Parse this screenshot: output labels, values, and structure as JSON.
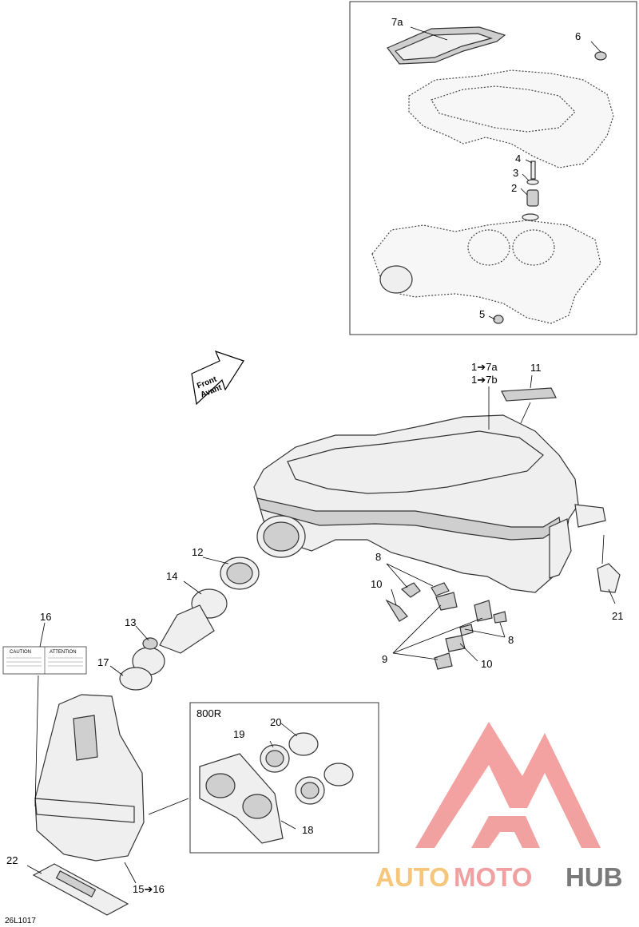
{
  "diagram_id": "26L1017",
  "direction_arrow": {
    "line1": "Front",
    "line2": "Avant"
  },
  "inset_box_label": "800R",
  "labels": {
    "l7a": "7a",
    "l6": "6",
    "l4": "4",
    "l3": "3",
    "l2": "2",
    "l5": "5",
    "l1a": "1➔7a",
    "l1b": "1➔7b",
    "l11": "11",
    "l12": "12",
    "l14": "14",
    "l13": "13",
    "l17": "17",
    "l16": "16",
    "l8a": "8",
    "l10a": "10",
    "l9": "9",
    "l8b": "8",
    "l10b": "10",
    "l21": "21",
    "l20": "20",
    "l19": "19",
    "l18": "18",
    "l22": "22",
    "l15": "15➔16"
  },
  "caution_label": {
    "left_title": "CAUTION",
    "right_title": "ATTENTION"
  },
  "watermark": {
    "part1": "AUTO",
    "part2": "MOTO",
    "part3": "HUB",
    "color1": "#f6c67a",
    "color2": "#f0a0a0",
    "color3": "#7a7a7a",
    "logo_color": "#f08a8a"
  }
}
